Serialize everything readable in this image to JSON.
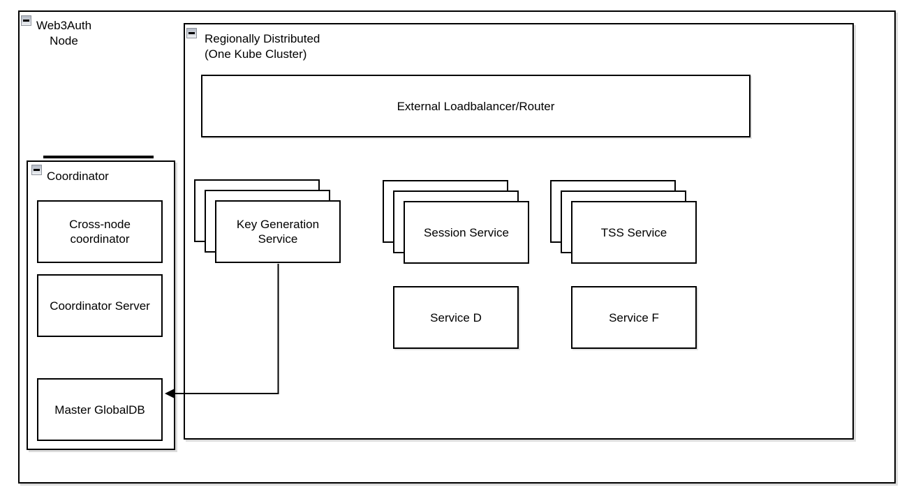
{
  "colors": {
    "border": "#000000",
    "fill": "#ffffff",
    "shadow": "#dcdcdc",
    "text": "#000000",
    "collapse_button_top": "#b3bac6",
    "collapse_button_bottom": "#eef0f3"
  },
  "web3auth_container": {
    "label": "Web3Auth\nNode",
    "collapse_icon": "minus-icon"
  },
  "regional_container": {
    "label": "Regionally Distributed\n(One Kube Cluster)",
    "collapse_icon": "minus-icon"
  },
  "loadbalancer": {
    "label": "External Loadbalancer/Router"
  },
  "service_stacks": [
    {
      "id": "key-generation-service",
      "label": "Key Generation\nService"
    },
    {
      "id": "session-service",
      "label": "Session Service"
    },
    {
      "id": "tss-service",
      "label": "TSS Service"
    }
  ],
  "service_boxes": [
    {
      "id": "service-d",
      "label": "Service D"
    },
    {
      "id": "service-f",
      "label": "Service F"
    }
  ],
  "coordinator_container": {
    "label": "Coordinator",
    "collapse_icon": "minus-icon",
    "boxes": [
      {
        "id": "cross-node-coordinator",
        "label": "Cross-node\ncoordinator"
      },
      {
        "id": "coordinator-server",
        "label": "Coordinator Server"
      },
      {
        "id": "master-globaldb",
        "label": "Master GlobalDB"
      }
    ]
  },
  "connector": {
    "from": "key-generation-service",
    "to": "master-globaldb",
    "style": "orthogonal",
    "arrowhead": "filled-triangle-left"
  }
}
